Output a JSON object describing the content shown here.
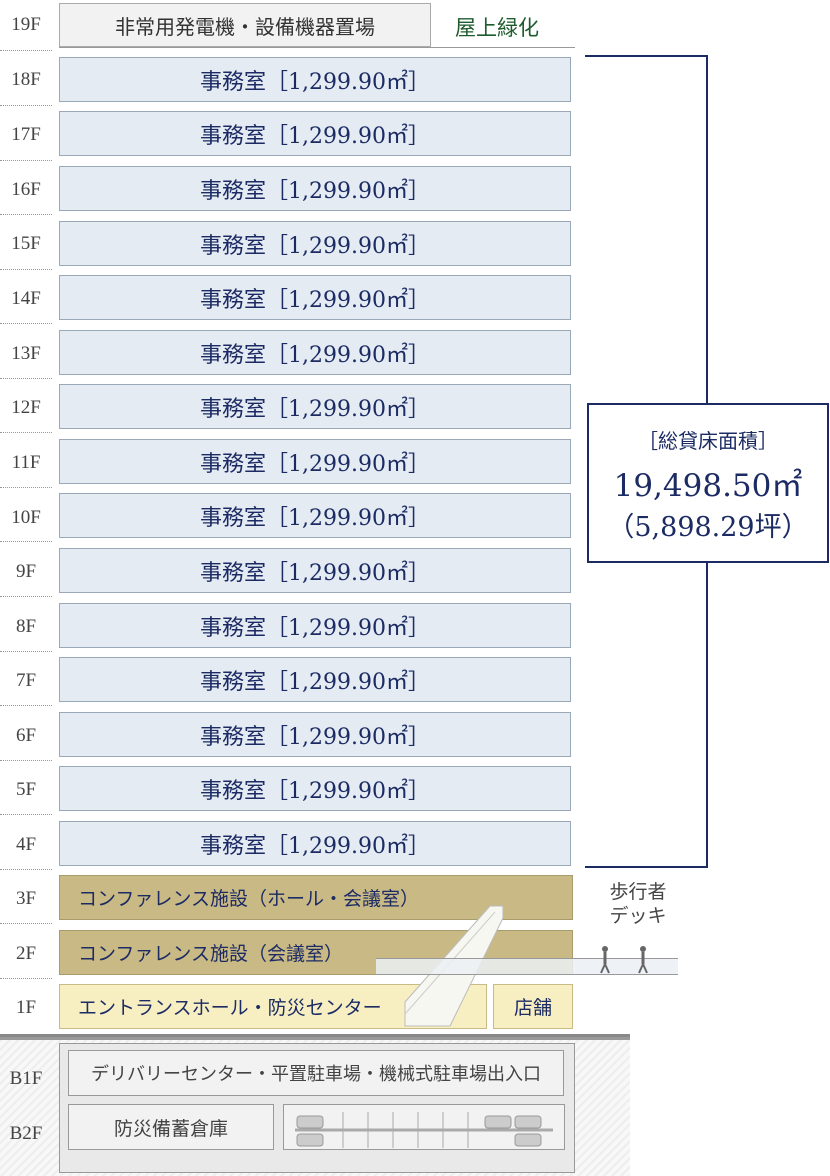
{
  "floors": {
    "f19": "19F",
    "f18": "18F",
    "f17": "17F",
    "f16": "16F",
    "f15": "15F",
    "f14": "14F",
    "f13": "13F",
    "f12": "12F",
    "f11": "11F",
    "f10": "10F",
    "f9": "9F",
    "f8": "8F",
    "f7": "7F",
    "f6": "6F",
    "f5": "5F",
    "f4": "4F",
    "f3": "3F",
    "f2": "2F",
    "f1": "1F",
    "b1": "B1F",
    "b2": "B2F"
  },
  "roof": {
    "equipment": "非常用発電機・設備機器置場",
    "greening": "屋上緑化"
  },
  "office_label": "事務室［1,299.90㎡］",
  "conference_3f": "コンファレンス施設（ホール・会議室）",
  "conference_2f": "コンファレンス施設（会議室）",
  "entrance_1f": "エントランスホール・防災センター",
  "shop_1f": "店舗",
  "walkway": "歩行者\nデッキ",
  "walkway_line1": "歩行者",
  "walkway_line2": "デッキ",
  "b1_label": "デリバリーセンター・平置駐車場・機械式駐車場出入口",
  "b2_label": "防災備蓄倉庫",
  "total": {
    "heading": "［総貸床面積］",
    "area_m2": "19,498.50㎡",
    "area_tsubo": "（5,898.29坪）"
  },
  "colors": {
    "navy": "#1c2b63",
    "office_fill": "#e4ebf3",
    "conference_fill": "#c9b985",
    "entrance_fill": "#f7efc2",
    "greening_text": "#1e5c2e"
  }
}
